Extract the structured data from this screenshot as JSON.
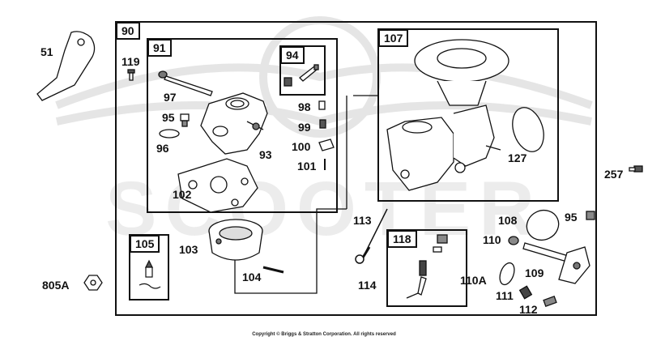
{
  "diagram": {
    "boxes": {
      "main": "90",
      "b91": "91",
      "b94": "94",
      "b107": "107",
      "b105": "105",
      "b118": "118"
    },
    "labels": {
      "p51": "51",
      "p119": "119",
      "p97": "97",
      "p95a": "95",
      "p96": "96",
      "p93": "93",
      "p98": "98",
      "p99": "99",
      "p100": "100",
      "p101": "101",
      "p102": "102",
      "p127": "127",
      "p257": "257",
      "p113": "113",
      "p108": "108",
      "p95b": "95",
      "p110": "110",
      "p103": "103",
      "p104": "104",
      "p114": "114",
      "p109": "109",
      "p110A": "110A",
      "p111": "111",
      "p112": "112",
      "p805A": "805A"
    },
    "copyright": "Copyright © Briggs & Stratton Corporation. All rights reserved",
    "watermark": "SCOOTER"
  }
}
